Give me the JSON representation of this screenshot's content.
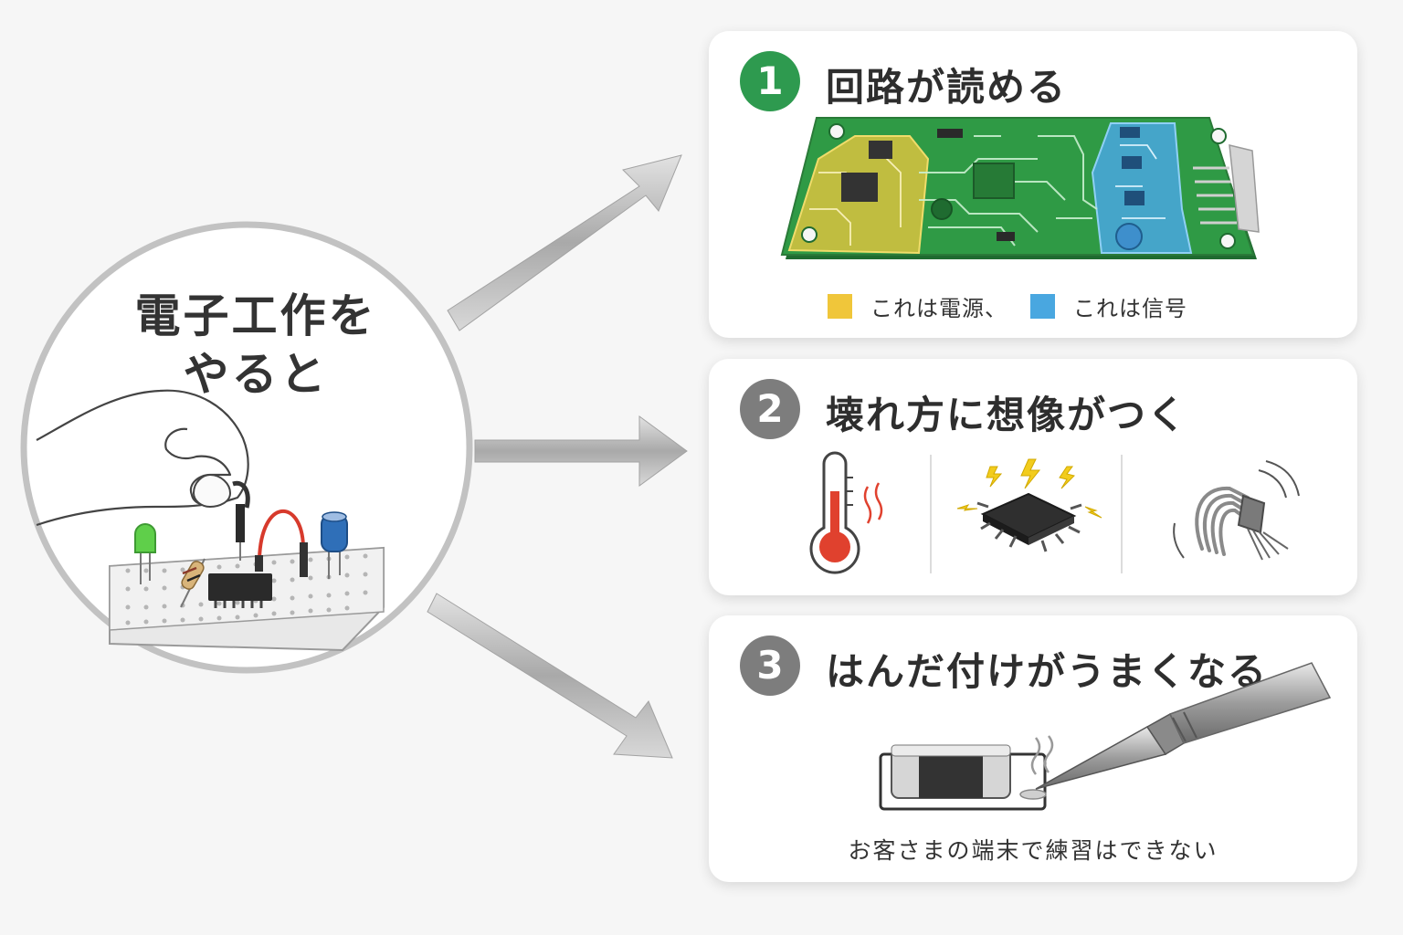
{
  "circle": {
    "title_line1": "電子工作を",
    "title_line2": "やると"
  },
  "cards": [
    {
      "number": "1",
      "title": "回路が読める",
      "legend": [
        {
          "color": "#f0c63a",
          "label": "これは電源、"
        },
        {
          "color": "#49a7e0",
          "label": "これは信号"
        }
      ]
    },
    {
      "number": "2",
      "title": "壊れ方に想像がつく"
    },
    {
      "number": "3",
      "title": "はんだ付けがうまくなる",
      "caption": "お客さまの端末で練習はできない"
    }
  ],
  "colors": {
    "badge_green": "#2e9a4f",
    "badge_grey": "#7d7d7d",
    "pcb_green": "#2f9a45",
    "arrow_silver": "#bdbdbd"
  },
  "icons": {
    "overheat": "thermometer-icon",
    "overvoltage": "chip-spark-icon",
    "stress": "bent-cable-icon",
    "soldering": "soldering-iron-icon"
  }
}
